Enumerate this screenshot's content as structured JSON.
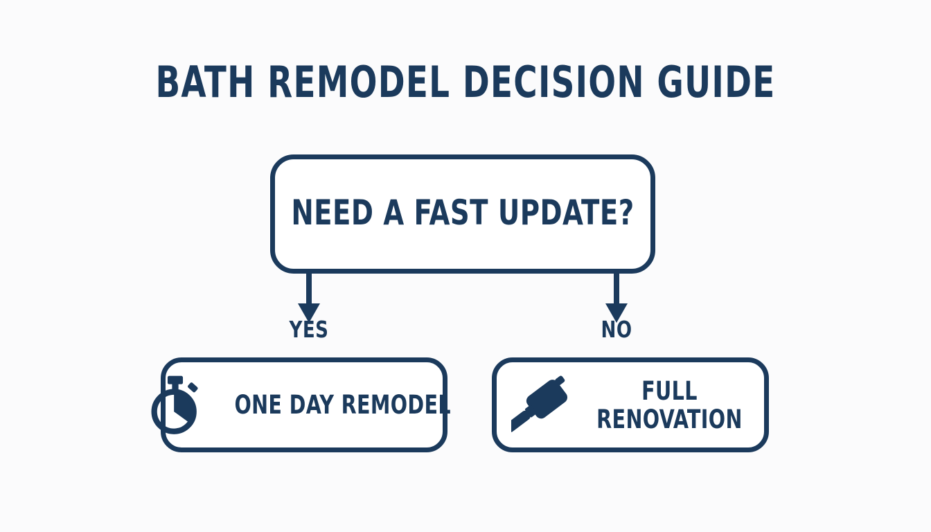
{
  "page": {
    "title": "BATH REMODEL DECISION GUIDE",
    "background_color": "#fbfbfc",
    "accent_color": "#1b3a5c"
  },
  "flowchart": {
    "type": "decision-tree",
    "decision": {
      "question": "NEED A FAST UPDATE?"
    },
    "branches": [
      {
        "label": "YES",
        "outcome": "ONE DAY REMODEL",
        "icon": "stopwatch-icon"
      },
      {
        "label": "NO",
        "outcome_line1": "FULL",
        "outcome_line2": "RENOVATION",
        "icon": "hammer-icon"
      }
    ]
  }
}
